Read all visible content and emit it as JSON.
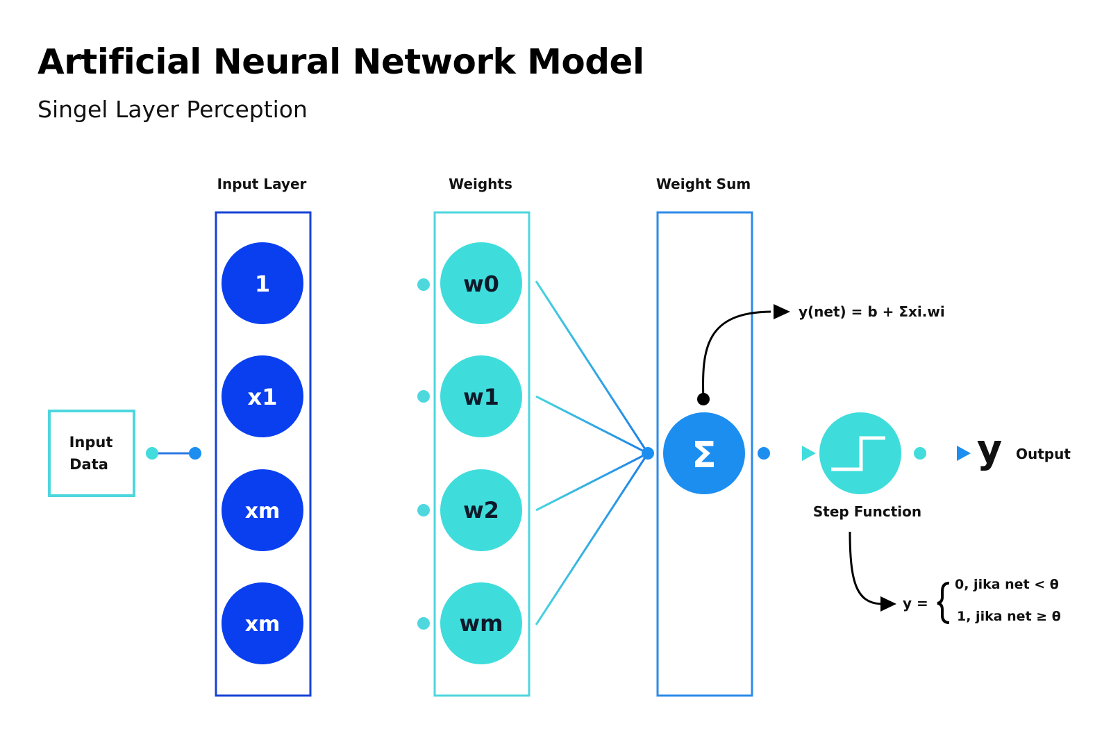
{
  "header": {
    "title": "Artificial Neural Network Model",
    "subtitle": "Singel Layer Perception"
  },
  "colors": {
    "input_blue": "#0a3ff0",
    "input_box": "#1642d6",
    "weight_cyan": "#3fdcdc",
    "weight_box": "#4ed6de",
    "sum_blue": "#1c8ef0",
    "sum_box": "#2c8ae8",
    "arrow_black": "#000000"
  },
  "input_data": {
    "line1": "Input",
    "line2": "Data"
  },
  "columns": {
    "input_layer": "Input Layer",
    "weights": "Weights",
    "weight_sum": "Weight Sum"
  },
  "input_nodes": [
    "1",
    "x1",
    "xm",
    "xm"
  ],
  "weight_nodes": [
    "w0",
    "w1",
    "w2",
    "wm"
  ],
  "sum_node": {
    "symbol": "Σ"
  },
  "formula_net": "y(net) = b + Σxi.wi",
  "step_function": {
    "label": "Step Function"
  },
  "output": {
    "symbol": "y",
    "label": "Output"
  },
  "piecewise": {
    "lhs": "y =",
    "case1": "0, jika net < θ",
    "case2": "1, jika net ≥ θ"
  }
}
